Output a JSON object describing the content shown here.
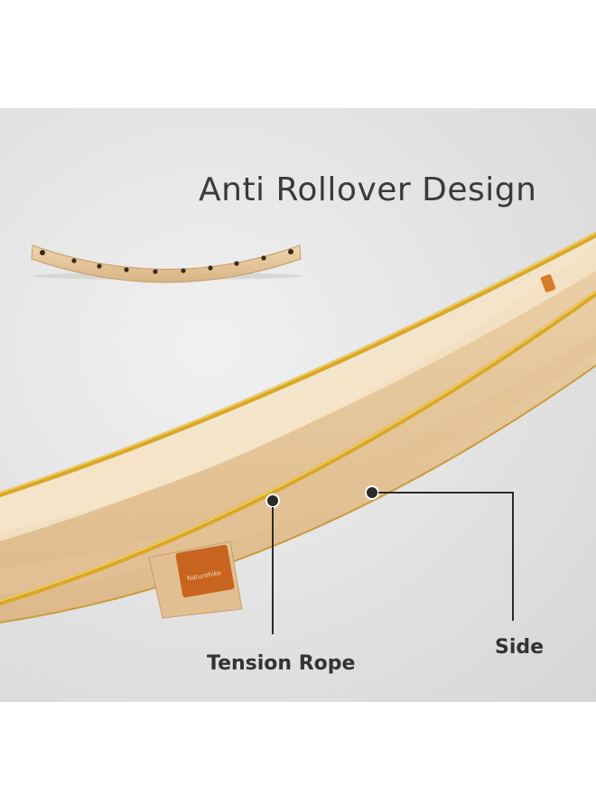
{
  "headline": "Anti Rollover Design",
  "callouts": {
    "tension_rope": "Tension Rope",
    "side": "Side"
  },
  "pouch_brand": "Naturehike",
  "colors": {
    "background": "#e4e4e4",
    "fabric": "#e8c9a0",
    "gold_rope": "#d9a828",
    "wood": "#e6c79a",
    "text": "#3a3a3a"
  }
}
